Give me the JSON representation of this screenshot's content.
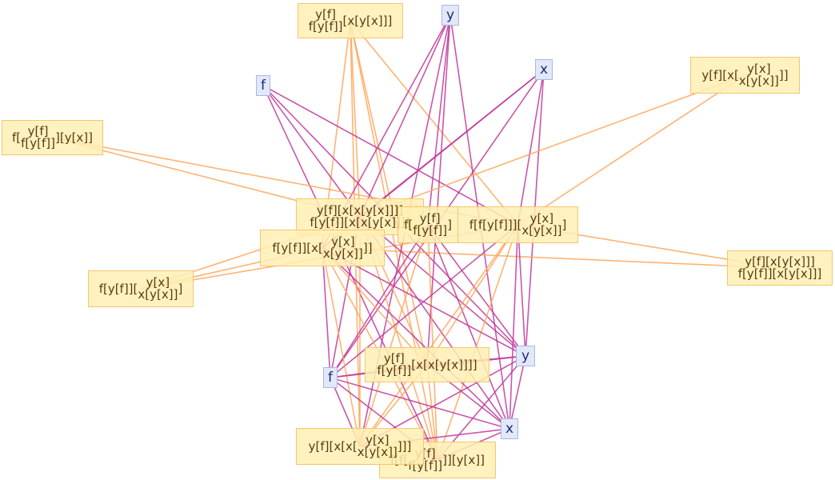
{
  "colors": {
    "symbol_edge": "#c0399a",
    "expression_edge": "#ffa65a",
    "expression_fill": "#fff0b4",
    "expression_border": "#f5c56e",
    "symbol_fill": "#e2e8f8",
    "symbol_border": "#a7b8e6"
  },
  "nodes": [
    {
      "id": "n1",
      "type": "expr",
      "parts": [
        {
          "stack": [
            "y[f]",
            "f[y[f]]"
          ]
        },
        {
          "text": "[x[y[x]]]"
        }
      ]
    },
    {
      "id": "y1",
      "type": "sym",
      "parts": [
        {
          "text": "y"
        }
      ]
    },
    {
      "id": "x1",
      "type": "sym",
      "parts": [
        {
          "text": "x"
        }
      ]
    },
    {
      "id": "f1",
      "type": "sym",
      "parts": [
        {
          "text": "f"
        }
      ]
    },
    {
      "id": "n2",
      "type": "expr",
      "parts": [
        {
          "text": "y[f][x["
        },
        {
          "stack": [
            "y[x]",
            "x[y[x]]"
          ]
        },
        {
          "text": "]]"
        }
      ]
    },
    {
      "id": "n3",
      "type": "expr",
      "parts": [
        {
          "text": "f["
        },
        {
          "stack": [
            "y[f]",
            "f[y[f]]"
          ]
        },
        {
          "text": "][y[x]]"
        }
      ]
    },
    {
      "id": "n4",
      "type": "expr",
      "parts": [
        {
          "stack": [
            "y[f][x[x[y[x]]]]",
            "f[y[f]][x[x[y[x]]]]"
          ]
        }
      ]
    },
    {
      "id": "n5",
      "type": "expr",
      "parts": [
        {
          "text": "f["
        },
        {
          "stack": [
            "y[f]",
            "f[y[f]]"
          ]
        },
        {
          "text": "]"
        }
      ]
    },
    {
      "id": "n6",
      "type": "expr",
      "parts": [
        {
          "text": "f[f[y[f]]]["
        },
        {
          "stack": [
            "y[x]",
            "x[y[x]]"
          ]
        },
        {
          "text": "]"
        }
      ]
    },
    {
      "id": "n7",
      "type": "expr",
      "parts": [
        {
          "text": "f[y[f]][x["
        },
        {
          "stack": [
            "y[x]",
            "x[y[x]]"
          ]
        },
        {
          "text": "]]"
        }
      ]
    },
    {
      "id": "n8",
      "type": "expr",
      "parts": [
        {
          "stack": [
            "y[f][x[y[x]]]",
            "f[y[f]][x[y[x]]]"
          ]
        }
      ]
    },
    {
      "id": "n9",
      "type": "expr",
      "parts": [
        {
          "text": "f[y[f]]["
        },
        {
          "stack": [
            "y[x]",
            "x[y[x]]"
          ]
        },
        {
          "text": "]"
        }
      ]
    },
    {
      "id": "n10",
      "type": "expr",
      "parts": [
        {
          "stack": [
            "y[f]",
            "f[y[f]]"
          ]
        },
        {
          "text": "[x[x[y[x]]]]"
        }
      ]
    },
    {
      "id": "y2",
      "type": "sym",
      "parts": [
        {
          "text": "y"
        }
      ]
    },
    {
      "id": "f2",
      "type": "sym",
      "parts": [
        {
          "text": "f"
        }
      ]
    },
    {
      "id": "x2",
      "type": "sym",
      "parts": [
        {
          "text": "x"
        }
      ]
    },
    {
      "id": "n11",
      "type": "expr",
      "parts": [
        {
          "text": "f[f["
        },
        {
          "stack": [
            "y[f]",
            "f[y[f]]"
          ]
        },
        {
          "text": "]][y[x]]"
        }
      ]
    },
    {
      "id": "n12",
      "type": "expr",
      "parts": [
        {
          "text": "y[f][x[x["
        },
        {
          "stack": [
            "y[x]",
            "x[y[x]]"
          ]
        },
        {
          "text": "]]]"
        }
      ]
    }
  ],
  "edges": [
    [
      "n1",
      "n4"
    ],
    [
      "n1",
      "n7"
    ],
    [
      "n1",
      "n10"
    ],
    [
      "n1",
      "n12"
    ],
    [
      "n1",
      "n6"
    ],
    [
      "n1",
      "n11"
    ],
    [
      "y1",
      "n4"
    ],
    [
      "y1",
      "n7"
    ],
    [
      "y1",
      "n5"
    ],
    [
      "y1",
      "x2"
    ],
    [
      "y1",
      "n10"
    ],
    [
      "y1",
      "n12"
    ],
    [
      "x1",
      "n4"
    ],
    [
      "x1",
      "n7"
    ],
    [
      "x1",
      "n6"
    ],
    [
      "x1",
      "y2"
    ],
    [
      "x1",
      "f2"
    ],
    [
      "f1",
      "n4"
    ],
    [
      "f1",
      "n6"
    ],
    [
      "f1",
      "y2"
    ],
    [
      "f1",
      "n11"
    ],
    [
      "n3",
      "n4"
    ],
    [
      "n3",
      "n6"
    ],
    [
      "n2",
      "n6"
    ],
    [
      "n2",
      "n4"
    ],
    [
      "n8",
      "n6"
    ],
    [
      "n8",
      "n7"
    ],
    [
      "n9",
      "n7"
    ],
    [
      "n9",
      "n4"
    ],
    [
      "n9",
      "n6"
    ],
    [
      "n4",
      "f2"
    ],
    [
      "n4",
      "y2"
    ],
    [
      "n4",
      "x2"
    ],
    [
      "n4",
      "n12"
    ],
    [
      "n4",
      "n11"
    ],
    [
      "n4",
      "n10"
    ],
    [
      "n5",
      "f2"
    ],
    [
      "n5",
      "y2"
    ],
    [
      "n5",
      "x2"
    ],
    [
      "n5",
      "n12"
    ],
    [
      "n5",
      "n11"
    ],
    [
      "n6",
      "f2"
    ],
    [
      "n6",
      "y2"
    ],
    [
      "n6",
      "x2"
    ],
    [
      "n6",
      "n12"
    ],
    [
      "n6",
      "n11"
    ],
    [
      "n6",
      "n10"
    ],
    [
      "n7",
      "f2"
    ],
    [
      "n7",
      "y2"
    ],
    [
      "n7",
      "x2"
    ],
    [
      "n7",
      "n12"
    ],
    [
      "n7",
      "n11"
    ],
    [
      "n7",
      "n10"
    ],
    [
      "n10",
      "f2"
    ],
    [
      "n10",
      "y2"
    ],
    [
      "n10",
      "x2"
    ],
    [
      "n10",
      "n12"
    ],
    [
      "n10",
      "n11"
    ],
    [
      "f2",
      "y2"
    ],
    [
      "f2",
      "x2"
    ],
    [
      "f2",
      "n12"
    ],
    [
      "f2",
      "n11"
    ],
    [
      "y2",
      "x2"
    ],
    [
      "y2",
      "n12"
    ],
    [
      "y2",
      "n11"
    ],
    [
      "x2",
      "n12"
    ],
    [
      "x2",
      "n11"
    ],
    [
      "n12",
      "n11"
    ]
  ]
}
